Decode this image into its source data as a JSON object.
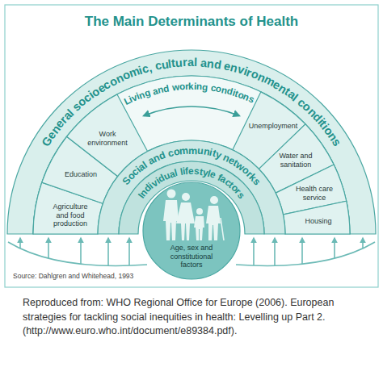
{
  "diagram": {
    "title": "The Main Determinants of Health",
    "caption": "Reproduced from: WHO Regional Office for Europe (2006). European strategies for tackling social inequities in health: Levelling up Part 2. (http://www.euro.who.int/document/e89384.pdf).",
    "nodes": [
      {
        "text": [
          "General socioeconomic, cultural and environmental conditions"
        ]
      },
      {
        "text": [
          "Living and working conditons"
        ]
      },
      {
        "text": [
          "Agriculture and food production"
        ],
        "in": 1
      },
      {
        "text": [
          "Education"
        ],
        "in": 1
      },
      {
        "text": [
          "Work environment"
        ],
        "in": 1
      },
      {
        "text": [
          "Unemployment"
        ],
        "in": 1
      },
      {
        "text": [
          "Water and sanitation"
        ],
        "in": 1
      },
      {
        "text": [
          "Health care service"
        ],
        "in": 1
      },
      {
        "text": [
          "Housing"
        ],
        "in": 1
      },
      {
        "text": [
          "Social and community networks"
        ]
      },
      {
        "text": [
          "Individual lifestyle factors"
        ]
      },
      {
        "text": [
          "Age, sex and constitutional factors"
        ]
      }
    ],
    "labels": [
      "Source: Dahlgren and Whitehead, 1993"
    ]
  }
}
